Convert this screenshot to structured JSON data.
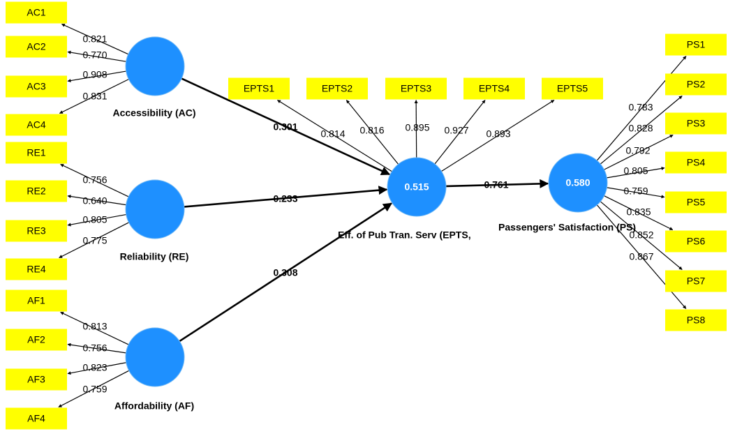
{
  "colors": {
    "construct_fill": "#1e90ff",
    "indicator_fill": "#ffff00",
    "line": "#000000"
  },
  "constructs": [
    {
      "id": "AC",
      "name": "Accessibility (AC)",
      "r2": ""
    },
    {
      "id": "RE",
      "name": "Reliability (RE)",
      "r2": ""
    },
    {
      "id": "AF",
      "name": "Affordability (AF)",
      "r2": ""
    },
    {
      "id": "EPTS",
      "name": "Eff. of Pub Tran. Serv (EPTS,",
      "r2": "0.515"
    },
    {
      "id": "PS",
      "name": "Passengers' Satisfaction (PS)",
      "r2": "0.580"
    }
  ],
  "indicators": {
    "AC": [
      {
        "label": "AC1",
        "loading": "0.821"
      },
      {
        "label": "AC2",
        "loading": "0.770"
      },
      {
        "label": "AC3",
        "loading": "0.908"
      },
      {
        "label": "AC4",
        "loading": "0.831"
      }
    ],
    "RE": [
      {
        "label": "RE1",
        "loading": "0.756"
      },
      {
        "label": "RE2",
        "loading": "0.640"
      },
      {
        "label": "RE3",
        "loading": "0.805"
      },
      {
        "label": "RE4",
        "loading": "0.775"
      }
    ],
    "AF": [
      {
        "label": "AF1",
        "loading": "0.813"
      },
      {
        "label": "AF2",
        "loading": "0.756"
      },
      {
        "label": "AF3",
        "loading": "0.823"
      },
      {
        "label": "AF4",
        "loading": "0.759"
      }
    ],
    "EPTS": [
      {
        "label": "EPTS1",
        "loading": "0.814"
      },
      {
        "label": "EPTS2",
        "loading": "0.816"
      },
      {
        "label": "EPTS3",
        "loading": "0.895"
      },
      {
        "label": "EPTS4",
        "loading": "0.927"
      },
      {
        "label": "EPTS5",
        "loading": "0.893"
      }
    ],
    "PS": [
      {
        "label": "PS1",
        "loading": "0.783"
      },
      {
        "label": "PS2",
        "loading": "0.828"
      },
      {
        "label": "PS3",
        "loading": "0.792"
      },
      {
        "label": "PS4",
        "loading": "0.805"
      },
      {
        "label": "PS5",
        "loading": "0.759"
      },
      {
        "label": "PS6",
        "loading": "0.835"
      },
      {
        "label": "PS7",
        "loading": "0.852"
      },
      {
        "label": "PS8",
        "loading": "0.867"
      }
    ]
  },
  "paths": [
    {
      "from": "AC",
      "to": "EPTS",
      "coef": "0.301"
    },
    {
      "from": "RE",
      "to": "EPTS",
      "coef": "0.233"
    },
    {
      "from": "AF",
      "to": "EPTS",
      "coef": "0.308"
    },
    {
      "from": "EPTS",
      "to": "PS",
      "coef": "0.761"
    }
  ]
}
